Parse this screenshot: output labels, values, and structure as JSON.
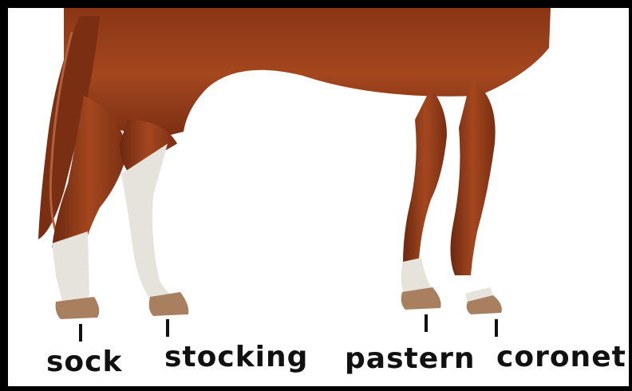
{
  "labels": {
    "sock": "sock",
    "stocking": "stocking",
    "pastern": "pastern",
    "coronet": "coronet"
  },
  "colors": {
    "coat": "#9a3f1c",
    "coat_dark": "#6b2810",
    "white_marking": "#e6e2dc",
    "hoof": "#a88060",
    "border": "#000000"
  }
}
